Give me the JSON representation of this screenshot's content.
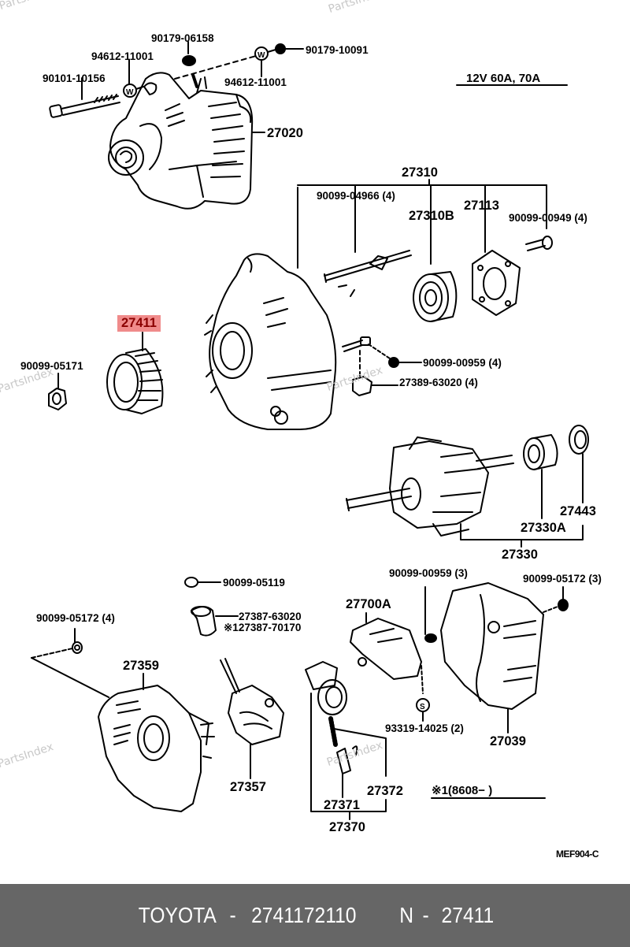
{
  "diagram": {
    "spec_note": "12V 60A, 70A",
    "ref_code": "MEF904-C",
    "date_note": "※1(8608−        )",
    "watermark": "PartsIndex",
    "highlight_color": "#f08b8b",
    "highlight_text_color": "#8b0000",
    "labels": {
      "p90179_06158": "90179-06158",
      "p94612_11001_a": "94612-11001",
      "p90179_10091": "90179-10091",
      "p90101_10156": "90101-10156",
      "p94612_11001_b": "94612-11001",
      "p27020": "27020",
      "p27310": "27310",
      "p90099_04966": "90099-04966 (4)",
      "p27310B": "27310B",
      "p27113": "27113",
      "p90099_00949": "90099-00949 (4)",
      "p27411": "27411",
      "p90099_05171": "90099-05171",
      "p90099_00959_4": "90099-00959 (4)",
      "p27389_63020": "27389-63020 (4)",
      "p27443": "27443",
      "p27330A": "27330A",
      "p27330": "27330",
      "p90099_05119": "90099-05119",
      "p27387_63020": "27387-63020",
      "p127387_70170": "※127387-70170",
      "p90099_05172_4": "90099-05172 (4)",
      "p27700A": "27700A",
      "p90099_00959_3": "90099-00959 (3)",
      "p90099_05172_3": "90099-05172 (3)",
      "p27359": "27359",
      "p27357": "27357",
      "p93319_14025": "93319-14025 (2)",
      "p27039": "27039",
      "p27372": "27372",
      "p27371": "27371",
      "p27370": "27370"
    }
  },
  "footer": {
    "brand": "TOYOTA",
    "separator": "-",
    "part_number": "2741172110",
    "ref_prefix": "N",
    "ref_number": "27411"
  }
}
